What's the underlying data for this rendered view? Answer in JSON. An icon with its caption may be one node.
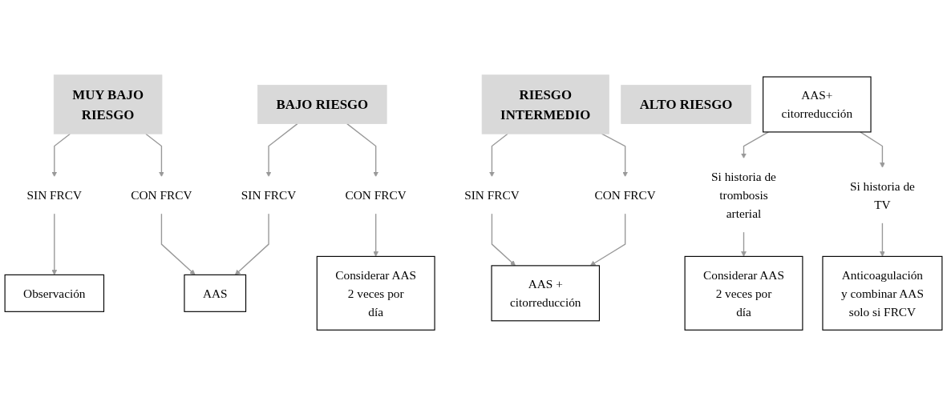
{
  "diagram": {
    "nodes": [
      {
        "text": [
          "MUY BAJO RIESGO"
        ]
      },
      {
        "text": [
          "BAJO RIESGO"
        ]
      },
      {
        "text": [
          "RIESGO INTERMEDIO"
        ]
      },
      {
        "text": [
          "ALTO RIESGO"
        ]
      },
      {
        "text": [
          "SIN FRCV"
        ]
      },
      {
        "text": [
          "CON FRCV"
        ]
      },
      {
        "text": [
          "SIN FRCV"
        ]
      },
      {
        "text": [
          "CON FRCV"
        ]
      },
      {
        "text": [
          "SIN FRCV"
        ]
      },
      {
        "text": [
          "CON FRCV"
        ]
      },
      {
        "text": [
          "AAS+ citorreducción"
        ]
      },
      {
        "text": [
          "Observación"
        ]
      },
      {
        "text": [
          "AAS"
        ]
      },
      {
        "text": [
          "Considerar AAS 2 veces por día"
        ]
      },
      {
        "text": [
          "AAS + citorreducción"
        ]
      },
      {
        "text": [
          "Si historia de trombosis arterial"
        ]
      },
      {
        "text": [
          "Si historia de TV"
        ]
      },
      {
        "text": [
          "Considerar AAS 2 veces por día"
        ]
      },
      {
        "text": [
          "Anticoagulación y combinar AAS solo si FRCV"
        ]
      }
    ],
    "edges": [
      {
        "from": 0,
        "to": 4,
        "arrow": "to"
      },
      {
        "from": 0,
        "to": 5,
        "arrow": "to"
      },
      {
        "from": 1,
        "to": 6,
        "arrow": "to"
      },
      {
        "from": 1,
        "to": 7,
        "arrow": "to"
      },
      {
        "from": 2,
        "to": 8,
        "arrow": "to"
      },
      {
        "from": 2,
        "to": 9,
        "arrow": "to"
      },
      {
        "from": 4,
        "to": 11,
        "arrow": "to"
      },
      {
        "from": 5,
        "to": 12,
        "arrow": "to"
      },
      {
        "from": 6,
        "to": 12,
        "arrow": "to"
      },
      {
        "from": 7,
        "to": 13,
        "arrow": "to"
      },
      {
        "from": 8,
        "to": 14,
        "arrow": "to"
      },
      {
        "from": 9,
        "to": 14,
        "arrow": "to"
      },
      {
        "from": 10,
        "to": 15,
        "arrow": "to"
      },
      {
        "from": 10,
        "to": 16,
        "arrow": "to"
      },
      {
        "from": 15,
        "to": 17,
        "arrow": "to"
      },
      {
        "from": 16,
        "to": 18,
        "arrow": "to"
      }
    ]
  }
}
